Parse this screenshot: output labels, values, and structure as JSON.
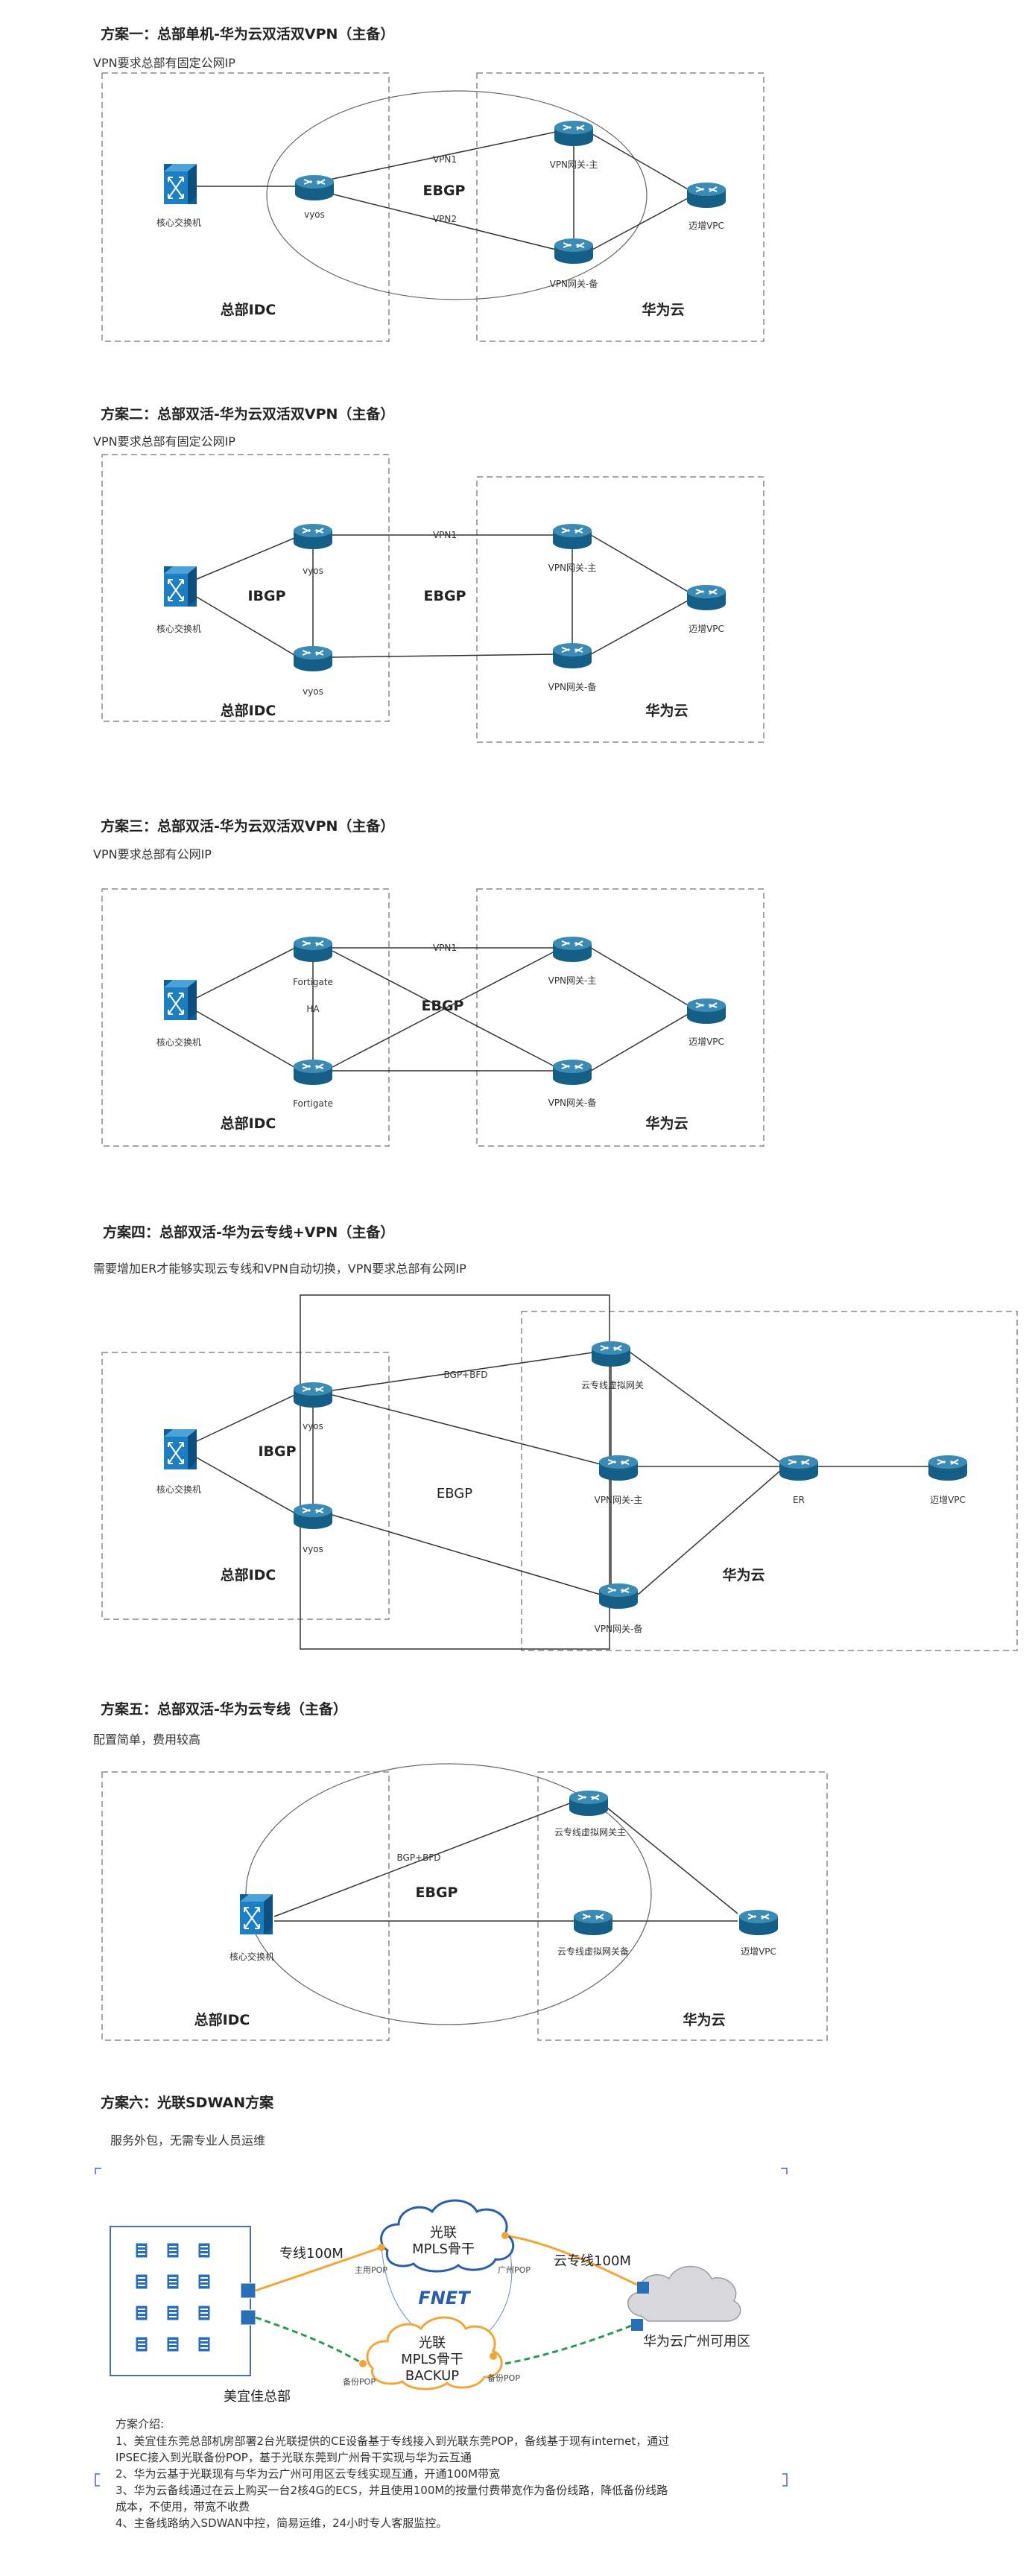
{
  "s1": {
    "title": "方案一：总部单机-华为云双活双VPN（主备）",
    "req": "VPN要求总部有固定公网IP",
    "core": "核心交换机",
    "vyos": "vyos",
    "vpn1": "VPN1",
    "vpn2": "VPN2",
    "ebgp": "EBGP",
    "gw_main": "VPN网关-主",
    "gw_backup": "VPN网关-备",
    "vpc": "迈增VPC",
    "hq": "总部IDC",
    "hw": "华为云"
  },
  "s2": {
    "title": "方案二：总部双活-华为云双活双VPN（主备）",
    "req": "VPN要求总部有固定公网IP",
    "core": "核心交换机",
    "vyos1": "vyos",
    "vyos2": "vyos",
    "ibgp": "IBGP",
    "ebgp": "EBGP",
    "vpn1": "VPN1",
    "gw_main": "VPN网关-主",
    "gw_backup": "VPN网关-备",
    "vpc": "迈增VPC",
    "hq": "总部IDC",
    "hw": "华为云"
  },
  "s3": {
    "title": "方案三：总部双活-华为云双活双VPN（主备）",
    "req": "VPN要求总部有公网IP",
    "core": "核心交换机",
    "fg1": "Fortigate",
    "fg2": "Fortigate",
    "ha": "HA",
    "vpn1": "VPN1",
    "ebgp": "EBGP",
    "gw_main": "VPN网关-主",
    "gw_backup": "VPN网关-备",
    "vpc": "迈增VPC",
    "hq": "总部IDC",
    "hw": "华为云"
  },
  "s4": {
    "title": "方案四：总部双活-华为云专线+VPN（主备）",
    "req": "需要增加ER才能够实现云专线和VPN自动切换，VPN要求总部有公网IP",
    "core": "核心交换机",
    "vyos1": "vyos",
    "vyos2": "vyos",
    "ibgp": "IBGP",
    "ebgp": "EBGP",
    "bgpbfd": "BGP+BFD",
    "dc_gw": "云专线虚拟网关",
    "gw_main": "VPN网关-主",
    "gw_backup": "VPN网关-备",
    "er": "ER",
    "vpc": "迈增VPC",
    "hq": "总部IDC",
    "hw": "华为云"
  },
  "s5": {
    "title": "方案五：总部双活-华为云专线（主备）",
    "req": "配置简单，费用较高",
    "core": "核心交换机",
    "bgpbfd": "BGP+BFD",
    "ebgp": "EBGP",
    "dc_main": "云专线虚拟网关主",
    "dc_backup": "云专线虚拟网关备",
    "vpc": "迈增VPC",
    "hq": "总部IDC",
    "hw": "华为云"
  },
  "s6": {
    "title": "方案六：光联SDWAN方案",
    "req": "服务外包，无需专业人员运维",
    "line_left": "专线100M",
    "line_right": "云专线100M",
    "mpls_top_1": "光联",
    "mpls_top_2": "MPLS骨干",
    "mpls_bot_1": "光联",
    "mpls_bot_2": "MPLS骨干",
    "mpls_bot_3": "BACKUP",
    "logo": "FNET",
    "pop_main_l": "主用POP",
    "pop_main_r": "广州POP",
    "pop_bak_l": "备份POP",
    "pop_bak_r": "备份POP",
    "hq": "美宜佳总部",
    "cloud": "华为云广州可用区",
    "desc_title": "方案介绍:",
    "desc1a": "1、美宜佳东莞总部机房部署2台光联提供的CE设备基于专线接入到光联东莞POP，备线基于现有internet，通过",
    "desc1b": "IPSEC接入到光联备份POP，基于光联东莞到广州骨干实现与华为云互通",
    "desc2": "2、华为云基于光联现有与华为云广州可用区云专线实现互通，开通100M带宽",
    "desc3a": "3、华为云备线通过在云上购买一台2核4G的ECS，并且使用100M的按量付费带宽作为备份线路，降低备份线路",
    "desc3b": "成本，不使用，带宽不收费",
    "desc4": "4、主备线路纳入SDWAN中控，简易运维，24小时专人客服监控。"
  },
  "colors": {
    "router": "#1a6a92",
    "router_top": "#4e9cc2",
    "switch": "#1876b5",
    "line": "#333333",
    "dash": "#888888",
    "orange": "#f2a63a",
    "green": "#2a9a55"
  }
}
